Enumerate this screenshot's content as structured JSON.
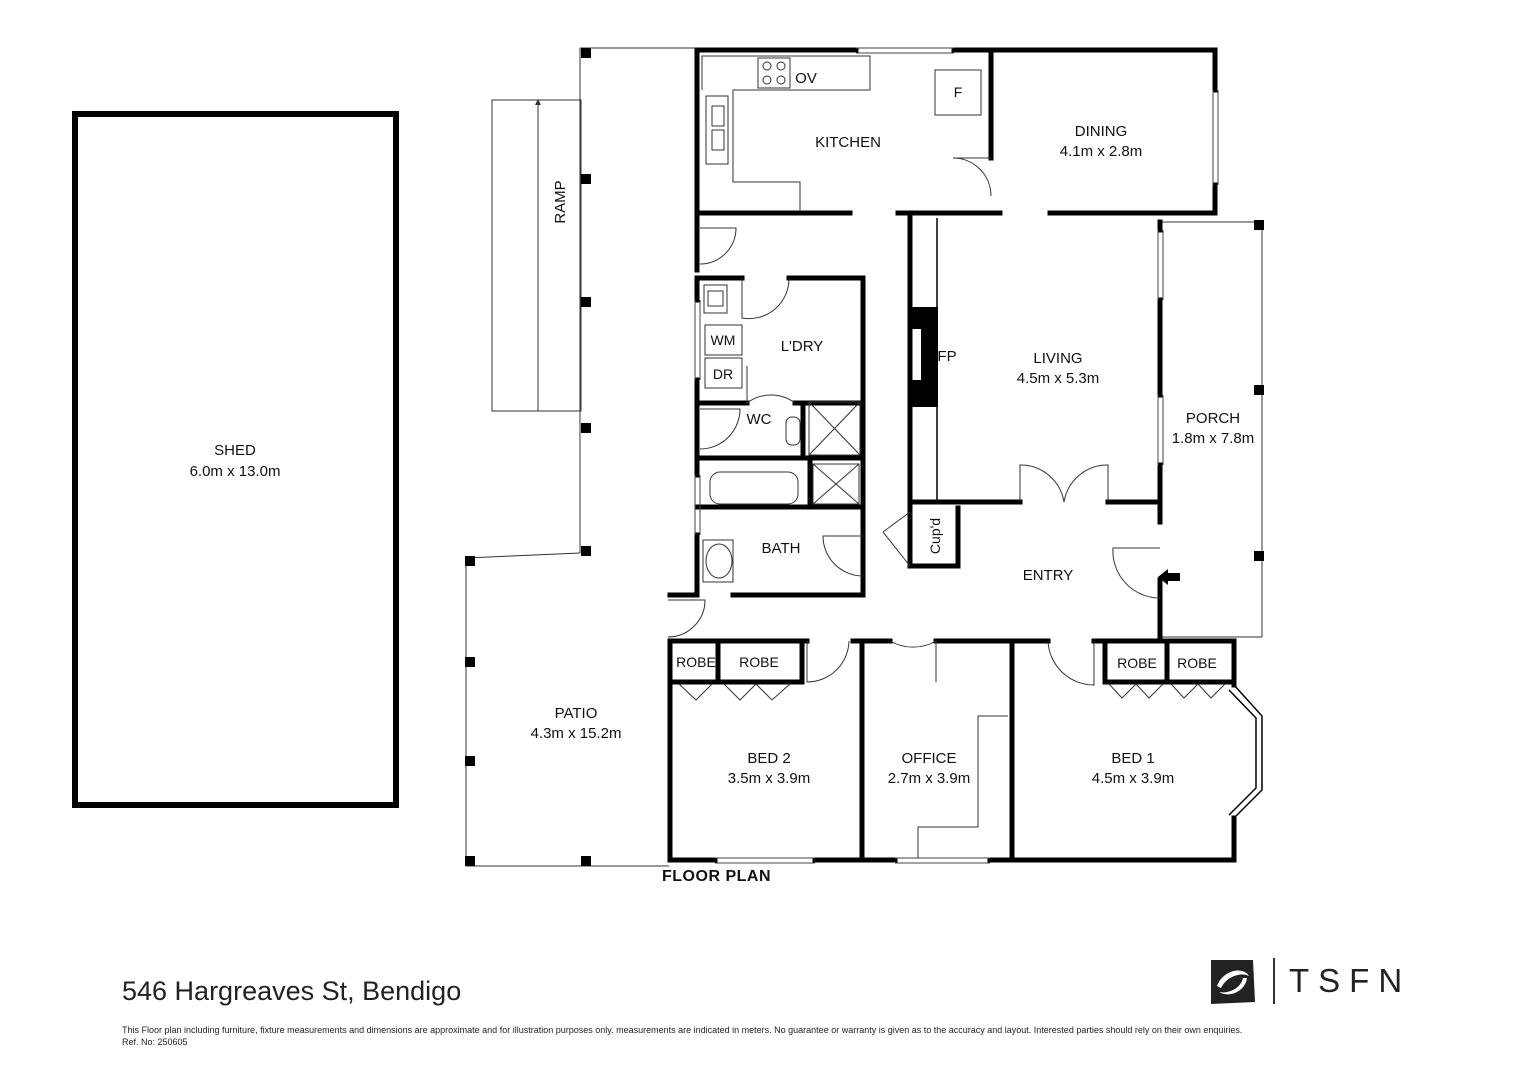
{
  "plan_title": "FLOOR PLAN",
  "address": "546 Hargreaves St, Bendigo",
  "disclaimer": "This Floor plan including furniture, fixture measurements and dimensions are approximate and for illustration purposes only. measurements are indicated in meters. No guarantee or warranty is given as to the accuracy and layout. Interested parties should rely on their own enquiries.",
  "ref": "Ref. No: 250605",
  "brand": {
    "name": "TSFN",
    "logo_icon": "tsfn-logo-icon"
  },
  "rooms": {
    "shed": {
      "name": "SHED",
      "size": "6.0m x 13.0m"
    },
    "ramp": {
      "name": "RAMP"
    },
    "kitchen": {
      "name": "KITCHEN"
    },
    "dining": {
      "name": "DINING",
      "size": "4.1m x 2.8m"
    },
    "laundry": {
      "name": "L'DRY"
    },
    "wc": {
      "name": "WC"
    },
    "bath": {
      "name": "BATH"
    },
    "living": {
      "name": "LIVING",
      "size": "4.5m x 5.3m"
    },
    "porch": {
      "name": "PORCH",
      "size": "1.8m x 7.8m"
    },
    "entry": {
      "name": "ENTRY"
    },
    "cupboard": {
      "name": "Cup'd"
    },
    "patio": {
      "name": "PATIO",
      "size": "4.3m x 15.2m"
    },
    "bed2": {
      "name": "BED 2",
      "size": "3.5m x 3.9m"
    },
    "office": {
      "name": "OFFICE",
      "size": "2.7m x 3.9m"
    },
    "bed1": {
      "name": "BED 1",
      "size": "4.5m x 3.9m"
    }
  },
  "fixtures": {
    "oven": "OV",
    "fridge": "F",
    "fireplace": "FP",
    "washing_machine": "WM",
    "dryer": "DR",
    "robe": "ROBE"
  }
}
